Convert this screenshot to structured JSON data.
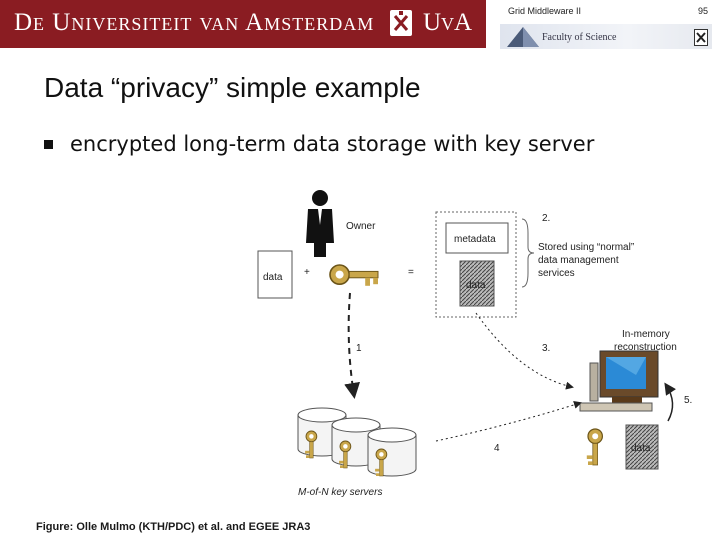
{
  "header": {
    "university": "De Universiteit van Amsterdam",
    "short": "UvA",
    "course": "Grid Middleware II",
    "page_number": "95",
    "faculty": "Faculty of Science"
  },
  "slide": {
    "title": "Data “privacy” simple example",
    "bullets": [
      "encrypted long-term data storage with key server"
    ]
  },
  "diagram": {
    "data_label": "data",
    "plus": "+",
    "equals": "=",
    "owner": "Owner",
    "metadata": "metadata",
    "encrypted_data": "data",
    "step2": "2.",
    "stored_text": [
      "Stored using “normal”",
      "data management",
      "services"
    ],
    "step1": "1",
    "step3": "3.",
    "inmemory_text": [
      "In-memory",
      "reconstruction"
    ],
    "step5": "5.",
    "step4": "4",
    "reconstructed_data": "data",
    "key_servers": "M-of-N key servers"
  },
  "caption": "Figure: Olle Mulmo (KTH/PDC) et al. and EGEE JRA3"
}
